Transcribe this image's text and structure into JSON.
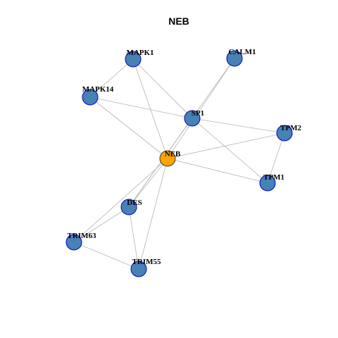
{
  "title": "NEB",
  "colors": {
    "background": "#ffffff",
    "node_fill": "#4682b4",
    "node_stroke": "#0000cd",
    "hub_fill": "#ffa500",
    "hub_stroke": "#3a3a3a",
    "edge": "#b3b3b3"
  },
  "nodes": [
    {
      "id": "NEB",
      "label": "NEB",
      "hub": true
    },
    {
      "id": "MAPK1",
      "label": "MAPK1",
      "hub": false
    },
    {
      "id": "CALM1",
      "label": "CALM1",
      "hub": false
    },
    {
      "id": "MAPK14",
      "label": "MAPK14",
      "hub": false
    },
    {
      "id": "SP1",
      "label": "SP1",
      "hub": false
    },
    {
      "id": "TPM2",
      "label": "TPM2",
      "hub": false
    },
    {
      "id": "TPM1",
      "label": "TPM1",
      "hub": false
    },
    {
      "id": "DES",
      "label": "DES",
      "hub": false
    },
    {
      "id": "TRIM63",
      "label": "TRIM63",
      "hub": false
    },
    {
      "id": "TRIM55",
      "label": "TRIM55",
      "hub": false
    }
  ],
  "edges": [
    [
      "MAPK1",
      "MAPK14"
    ],
    [
      "MAPK1",
      "SP1"
    ],
    [
      "MAPK1",
      "NEB"
    ],
    [
      "CALM1",
      "NEB"
    ],
    [
      "CALM1",
      "DES"
    ],
    [
      "MAPK14",
      "SP1"
    ],
    [
      "MAPK14",
      "NEB"
    ],
    [
      "SP1",
      "TPM2"
    ],
    [
      "SP1",
      "TPM1"
    ],
    [
      "SP1",
      "DES"
    ],
    [
      "TPM2",
      "NEB"
    ],
    [
      "TPM2",
      "TPM1"
    ],
    [
      "TPM1",
      "NEB"
    ],
    [
      "NEB",
      "DES"
    ],
    [
      "NEB",
      "TRIM63"
    ],
    [
      "NEB",
      "TRIM55"
    ],
    [
      "DES",
      "TRIM63"
    ],
    [
      "DES",
      "TRIM55"
    ],
    [
      "TRIM63",
      "TRIM55"
    ]
  ]
}
